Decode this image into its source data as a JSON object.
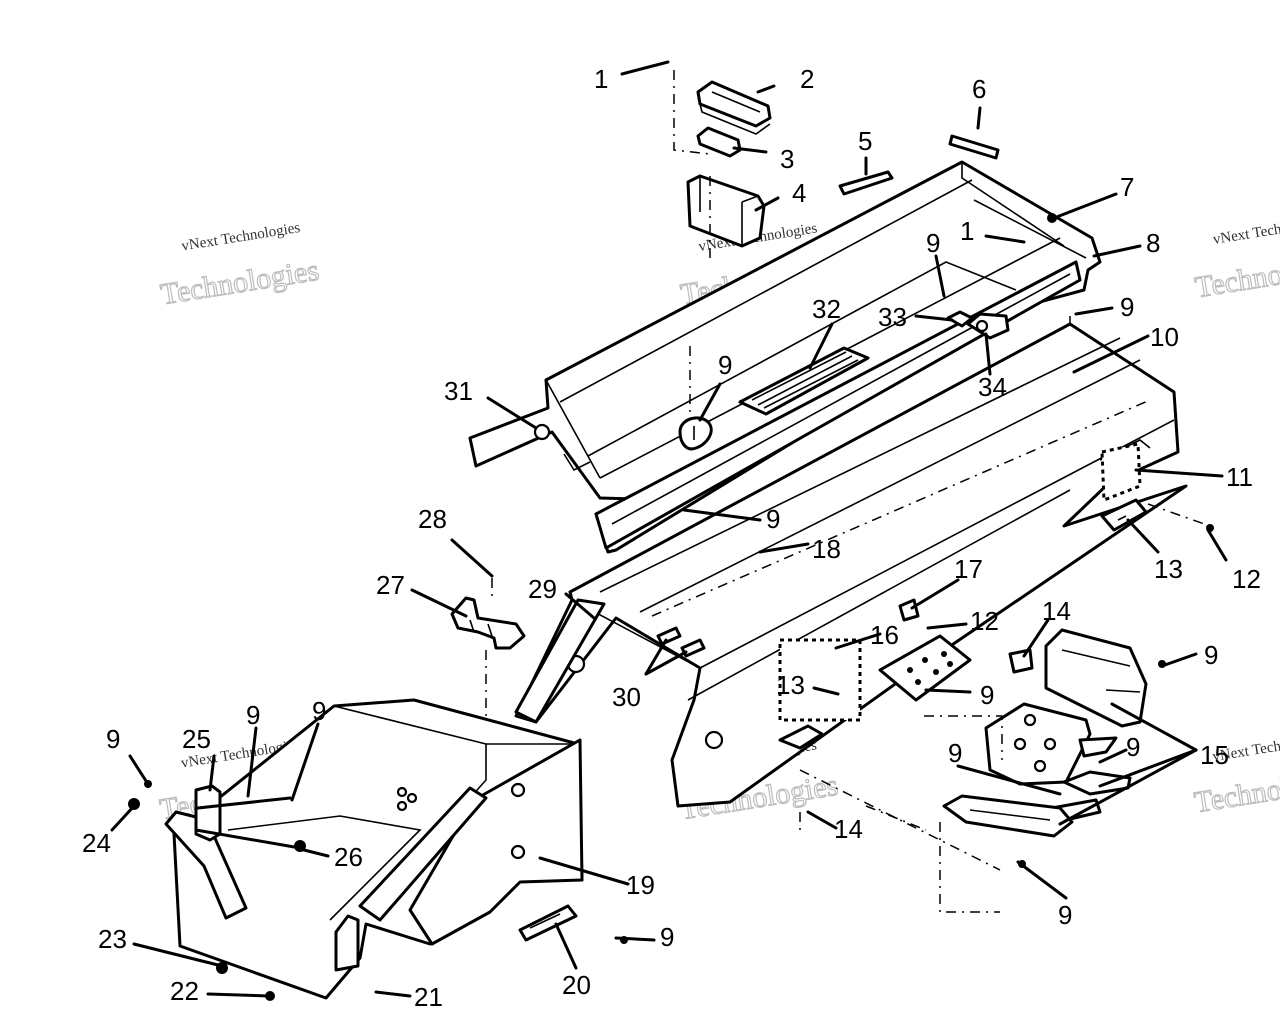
{
  "diagram": {
    "callouts": [
      {
        "id": "c1a",
        "text": "1"
      },
      {
        "id": "c2",
        "text": "2"
      },
      {
        "id": "c3",
        "text": "3"
      },
      {
        "id": "c4",
        "text": "4"
      },
      {
        "id": "c5",
        "text": "5"
      },
      {
        "id": "c6",
        "text": "6"
      },
      {
        "id": "c7",
        "text": "7"
      },
      {
        "id": "c1b",
        "text": "1"
      },
      {
        "id": "c8",
        "text": "8"
      },
      {
        "id": "c9a",
        "text": "9"
      },
      {
        "id": "c9b",
        "text": "9"
      },
      {
        "id": "c33",
        "text": "33"
      },
      {
        "id": "c32",
        "text": "32"
      },
      {
        "id": "c10",
        "text": "10"
      },
      {
        "id": "c34",
        "text": "34"
      },
      {
        "id": "c31",
        "text": "31"
      },
      {
        "id": "c9c",
        "text": "9"
      },
      {
        "id": "c11",
        "text": "11"
      },
      {
        "id": "c9d",
        "text": "9"
      },
      {
        "id": "c28",
        "text": "28"
      },
      {
        "id": "c18",
        "text": "18"
      },
      {
        "id": "c13a",
        "text": "13"
      },
      {
        "id": "c12a",
        "text": "12"
      },
      {
        "id": "c27",
        "text": "27"
      },
      {
        "id": "c29",
        "text": "29"
      },
      {
        "id": "c17",
        "text": "17"
      },
      {
        "id": "c16",
        "text": "16"
      },
      {
        "id": "c12b",
        "text": "12"
      },
      {
        "id": "c14a",
        "text": "14"
      },
      {
        "id": "c9e",
        "text": "9"
      },
      {
        "id": "c30",
        "text": "30"
      },
      {
        "id": "c13b",
        "text": "13"
      },
      {
        "id": "c9f",
        "text": "9"
      },
      {
        "id": "c9g",
        "text": "9"
      },
      {
        "id": "c25",
        "text": "25"
      },
      {
        "id": "c9h",
        "text": "9"
      },
      {
        "id": "c9i",
        "text": "9"
      },
      {
        "id": "c15",
        "text": "15"
      },
      {
        "id": "c9j",
        "text": "9"
      },
      {
        "id": "c9k",
        "text": "9"
      },
      {
        "id": "c24",
        "text": "24"
      },
      {
        "id": "c26",
        "text": "26"
      },
      {
        "id": "c14b",
        "text": "14"
      },
      {
        "id": "c19",
        "text": "19"
      },
      {
        "id": "c9l",
        "text": "9"
      },
      {
        "id": "c23",
        "text": "23"
      },
      {
        "id": "c9m",
        "text": "9"
      },
      {
        "id": "c22",
        "text": "22"
      },
      {
        "id": "c21",
        "text": "21"
      },
      {
        "id": "c20",
        "text": "20"
      }
    ],
    "watermarks": [
      {
        "id": "wm1",
        "small": "vNext Technologies",
        "big": "Technologies"
      },
      {
        "id": "wm2",
        "small": "vNext Technologies",
        "big": "Technologies"
      },
      {
        "id": "wm3",
        "small": "vNext Technologies",
        "big": "Technologies"
      },
      {
        "id": "wm4",
        "small": "vNext Technologies",
        "big": "Technologies"
      },
      {
        "id": "wm5",
        "small": "vNext Technologies",
        "big": "Technologies"
      },
      {
        "id": "wm6",
        "small": "vNext Technologies",
        "big": "Technologies"
      }
    ]
  }
}
